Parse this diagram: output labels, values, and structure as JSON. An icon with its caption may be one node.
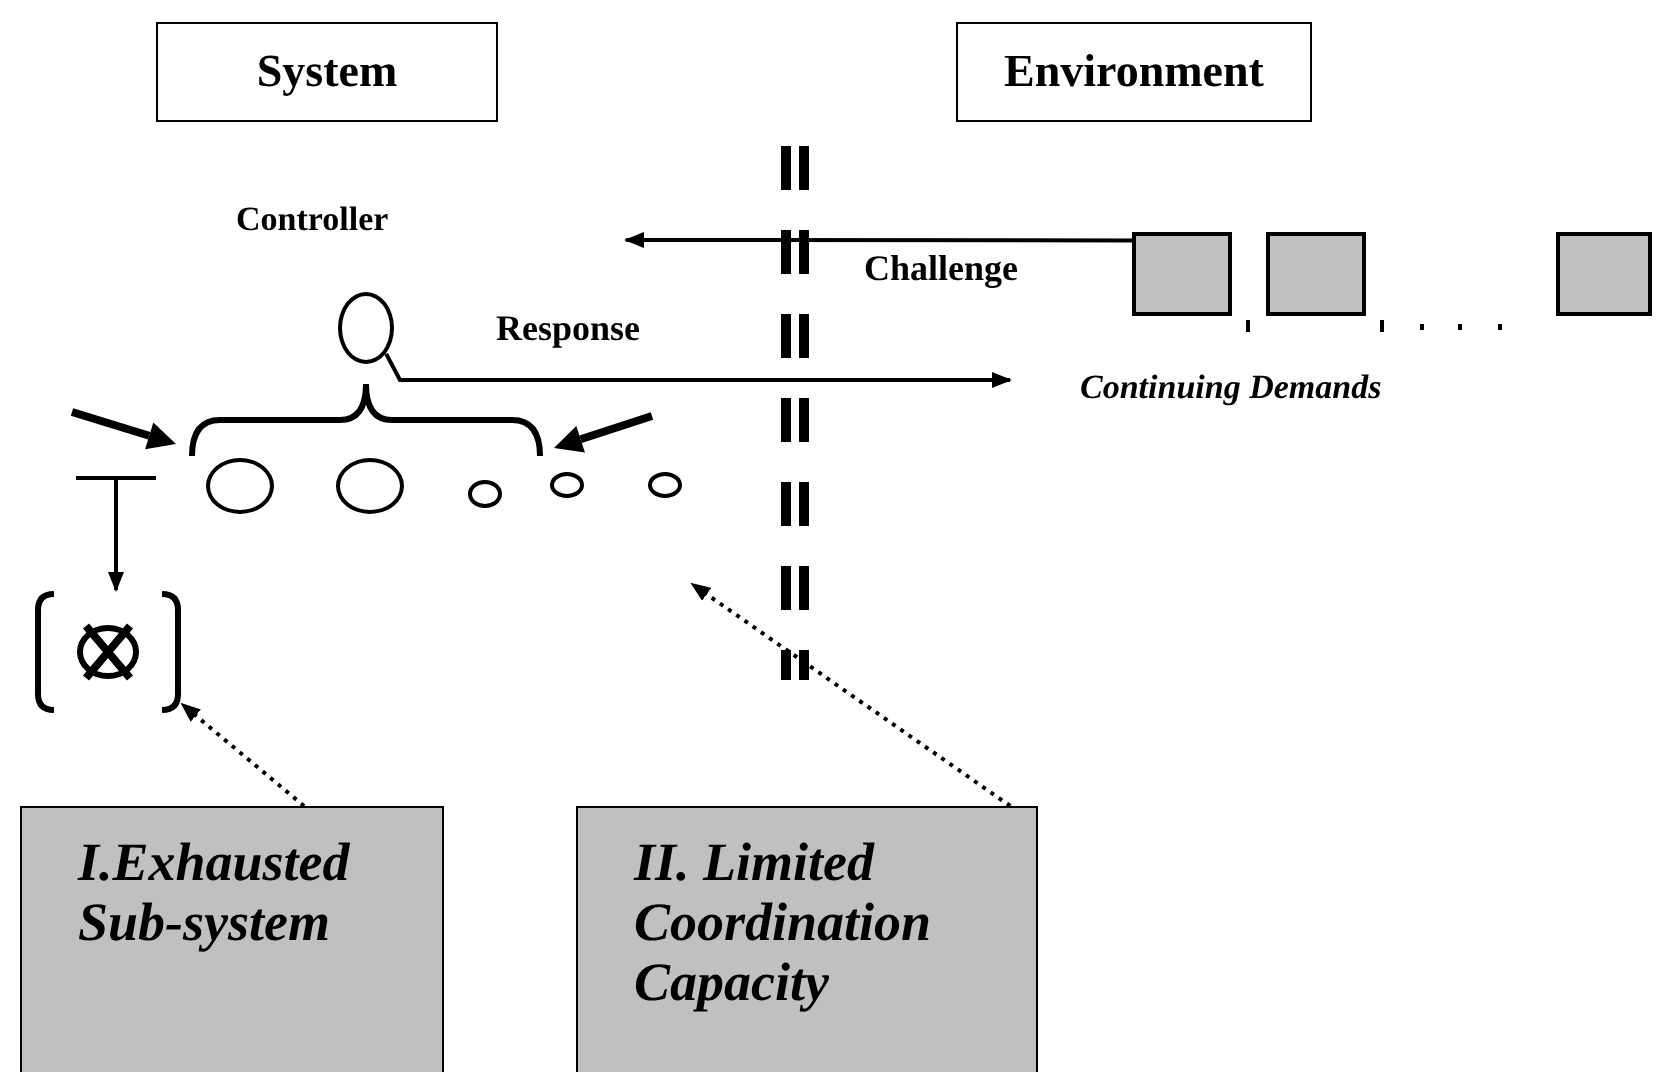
{
  "diagram": {
    "nodes": [
      {
        "text": [
          "System"
        ]
      },
      {
        "text": [
          "Environment"
        ]
      },
      {
        "text": [],
        "shape": "circle",
        "beside": [
          "Controller"
        ]
      },
      {
        "text": [],
        "shape": "circle"
      },
      {
        "text": [],
        "shape": "circle"
      },
      {
        "text": [],
        "shape": "circle"
      },
      {
        "text": [],
        "shape": "circle"
      },
      {
        "text": [],
        "shape": "circle"
      },
      {
        "text": [],
        "shape": "circle"
      },
      {
        "text": [],
        "shape": "box"
      },
      {
        "text": [],
        "shape": "box"
      },
      {
        "text": [],
        "shape": "box"
      },
      {
        "text": [
          "I.Exhausted Sub-system"
        ]
      },
      {
        "text": [
          "II. Limited Coordination Capacity"
        ]
      }
    ],
    "edges": [
      {
        "from": 9,
        "to": null,
        "arrow": "to",
        "label": "Challenge"
      },
      {
        "from": 2,
        "to": null,
        "arrow": "to",
        "label": "Response"
      },
      {
        "from": null,
        "to": 8,
        "arrow": "to"
      },
      {
        "from": 12,
        "to": 8,
        "arrow": "to",
        "style": "dashed"
      },
      {
        "from": 13,
        "to": null,
        "arrow": "to",
        "style": "dashed"
      }
    ],
    "labels": [
      "Continuing Demands"
    ]
  }
}
